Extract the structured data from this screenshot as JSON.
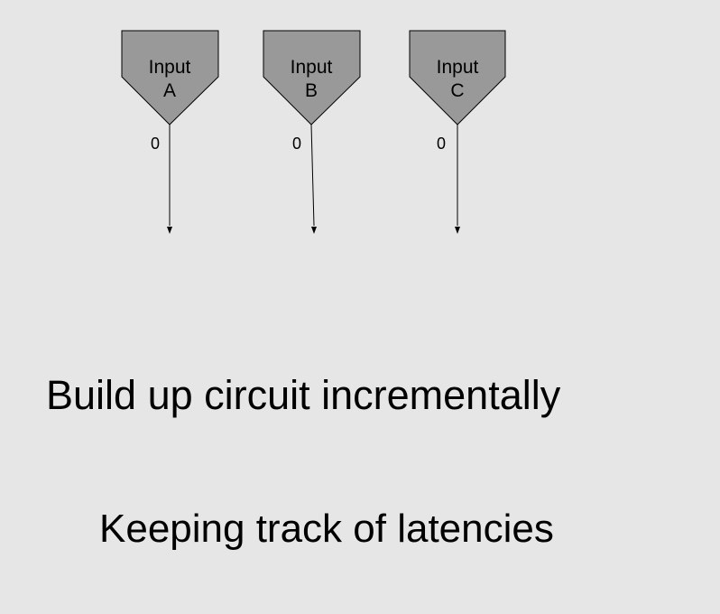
{
  "diagram": {
    "inputs": [
      {
        "line1": "Input",
        "line2": "A",
        "latency": "0"
      },
      {
        "line1": "Input",
        "line2": "B",
        "latency": "0"
      },
      {
        "line1": "Input",
        "line2": "C",
        "latency": "0"
      }
    ],
    "colors": {
      "node_fill": "#999999",
      "stroke": "#000000",
      "background": "#e6e6e6"
    }
  },
  "captions": {
    "main": "Build up circuit incrementally",
    "sub": "Keeping track of latencies"
  }
}
